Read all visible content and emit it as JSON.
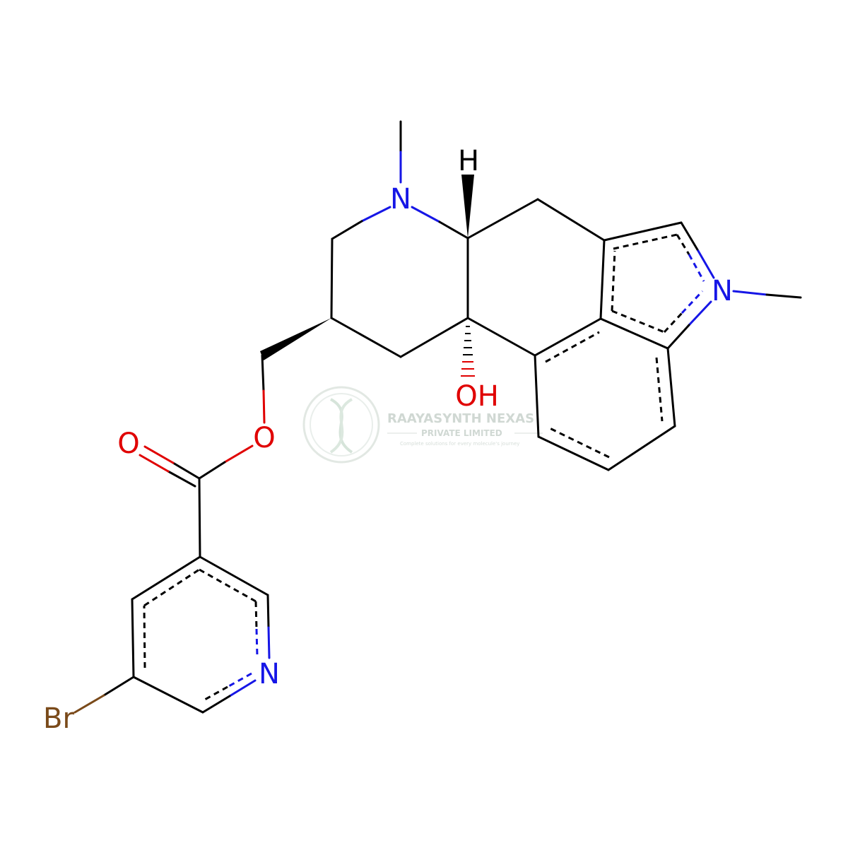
{
  "molecule": {
    "atoms": {
      "n_ring": "N",
      "n_indole": "N",
      "n_pyridine": "N",
      "stereo_h": "H",
      "hydroxyl": "OH",
      "carbonyl_o": "O",
      "ester_o": "O",
      "bromine": "Br"
    },
    "colors": {
      "nitrogen": "#1616e6",
      "oxygen": "#e00000",
      "bromine": "#7a4a1a",
      "carbon": "#000000"
    }
  },
  "watermark": {
    "company": "RAAYASYNTH NEXAS",
    "subtitle": "PRIVATE LIMITED",
    "tagline": "Complete solutions for every molecule's journey",
    "color": "#c8d2cc"
  }
}
